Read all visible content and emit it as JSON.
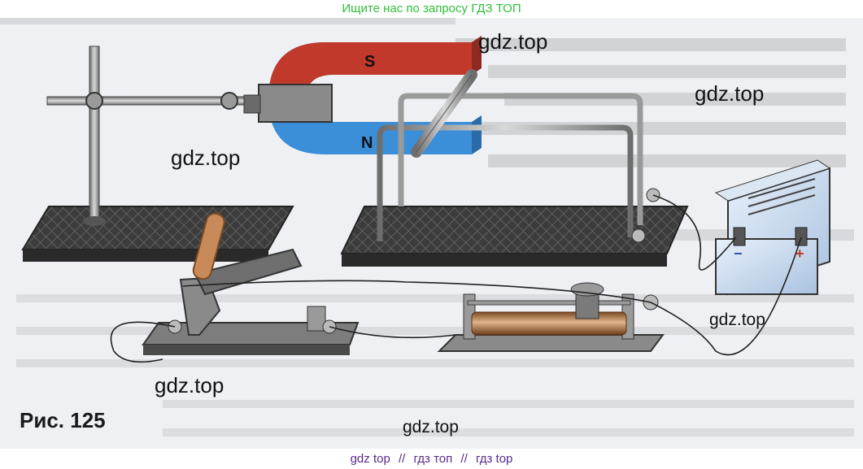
{
  "header": {
    "text": "Ищите нас по запросу ГДЗ ТОП"
  },
  "figure": {
    "caption": "Рис. 125",
    "magnet_south": "S",
    "magnet_north": "N",
    "supply_plus": "+",
    "supply_minus": "−",
    "watermarks": [
      "gdz.top",
      "gdz.top",
      "gdz.top",
      "gdz.top",
      "gdz.top",
      "gdz.top"
    ]
  },
  "footer": {
    "items": [
      "gdz top",
      "гдз топ",
      "гдз top"
    ],
    "separator": "//"
  },
  "colors": {
    "header": "#2fbf3a",
    "footer": "#5a2b8f",
    "magnet_red": "#c0392b",
    "magnet_blue": "#3a8fd8"
  }
}
